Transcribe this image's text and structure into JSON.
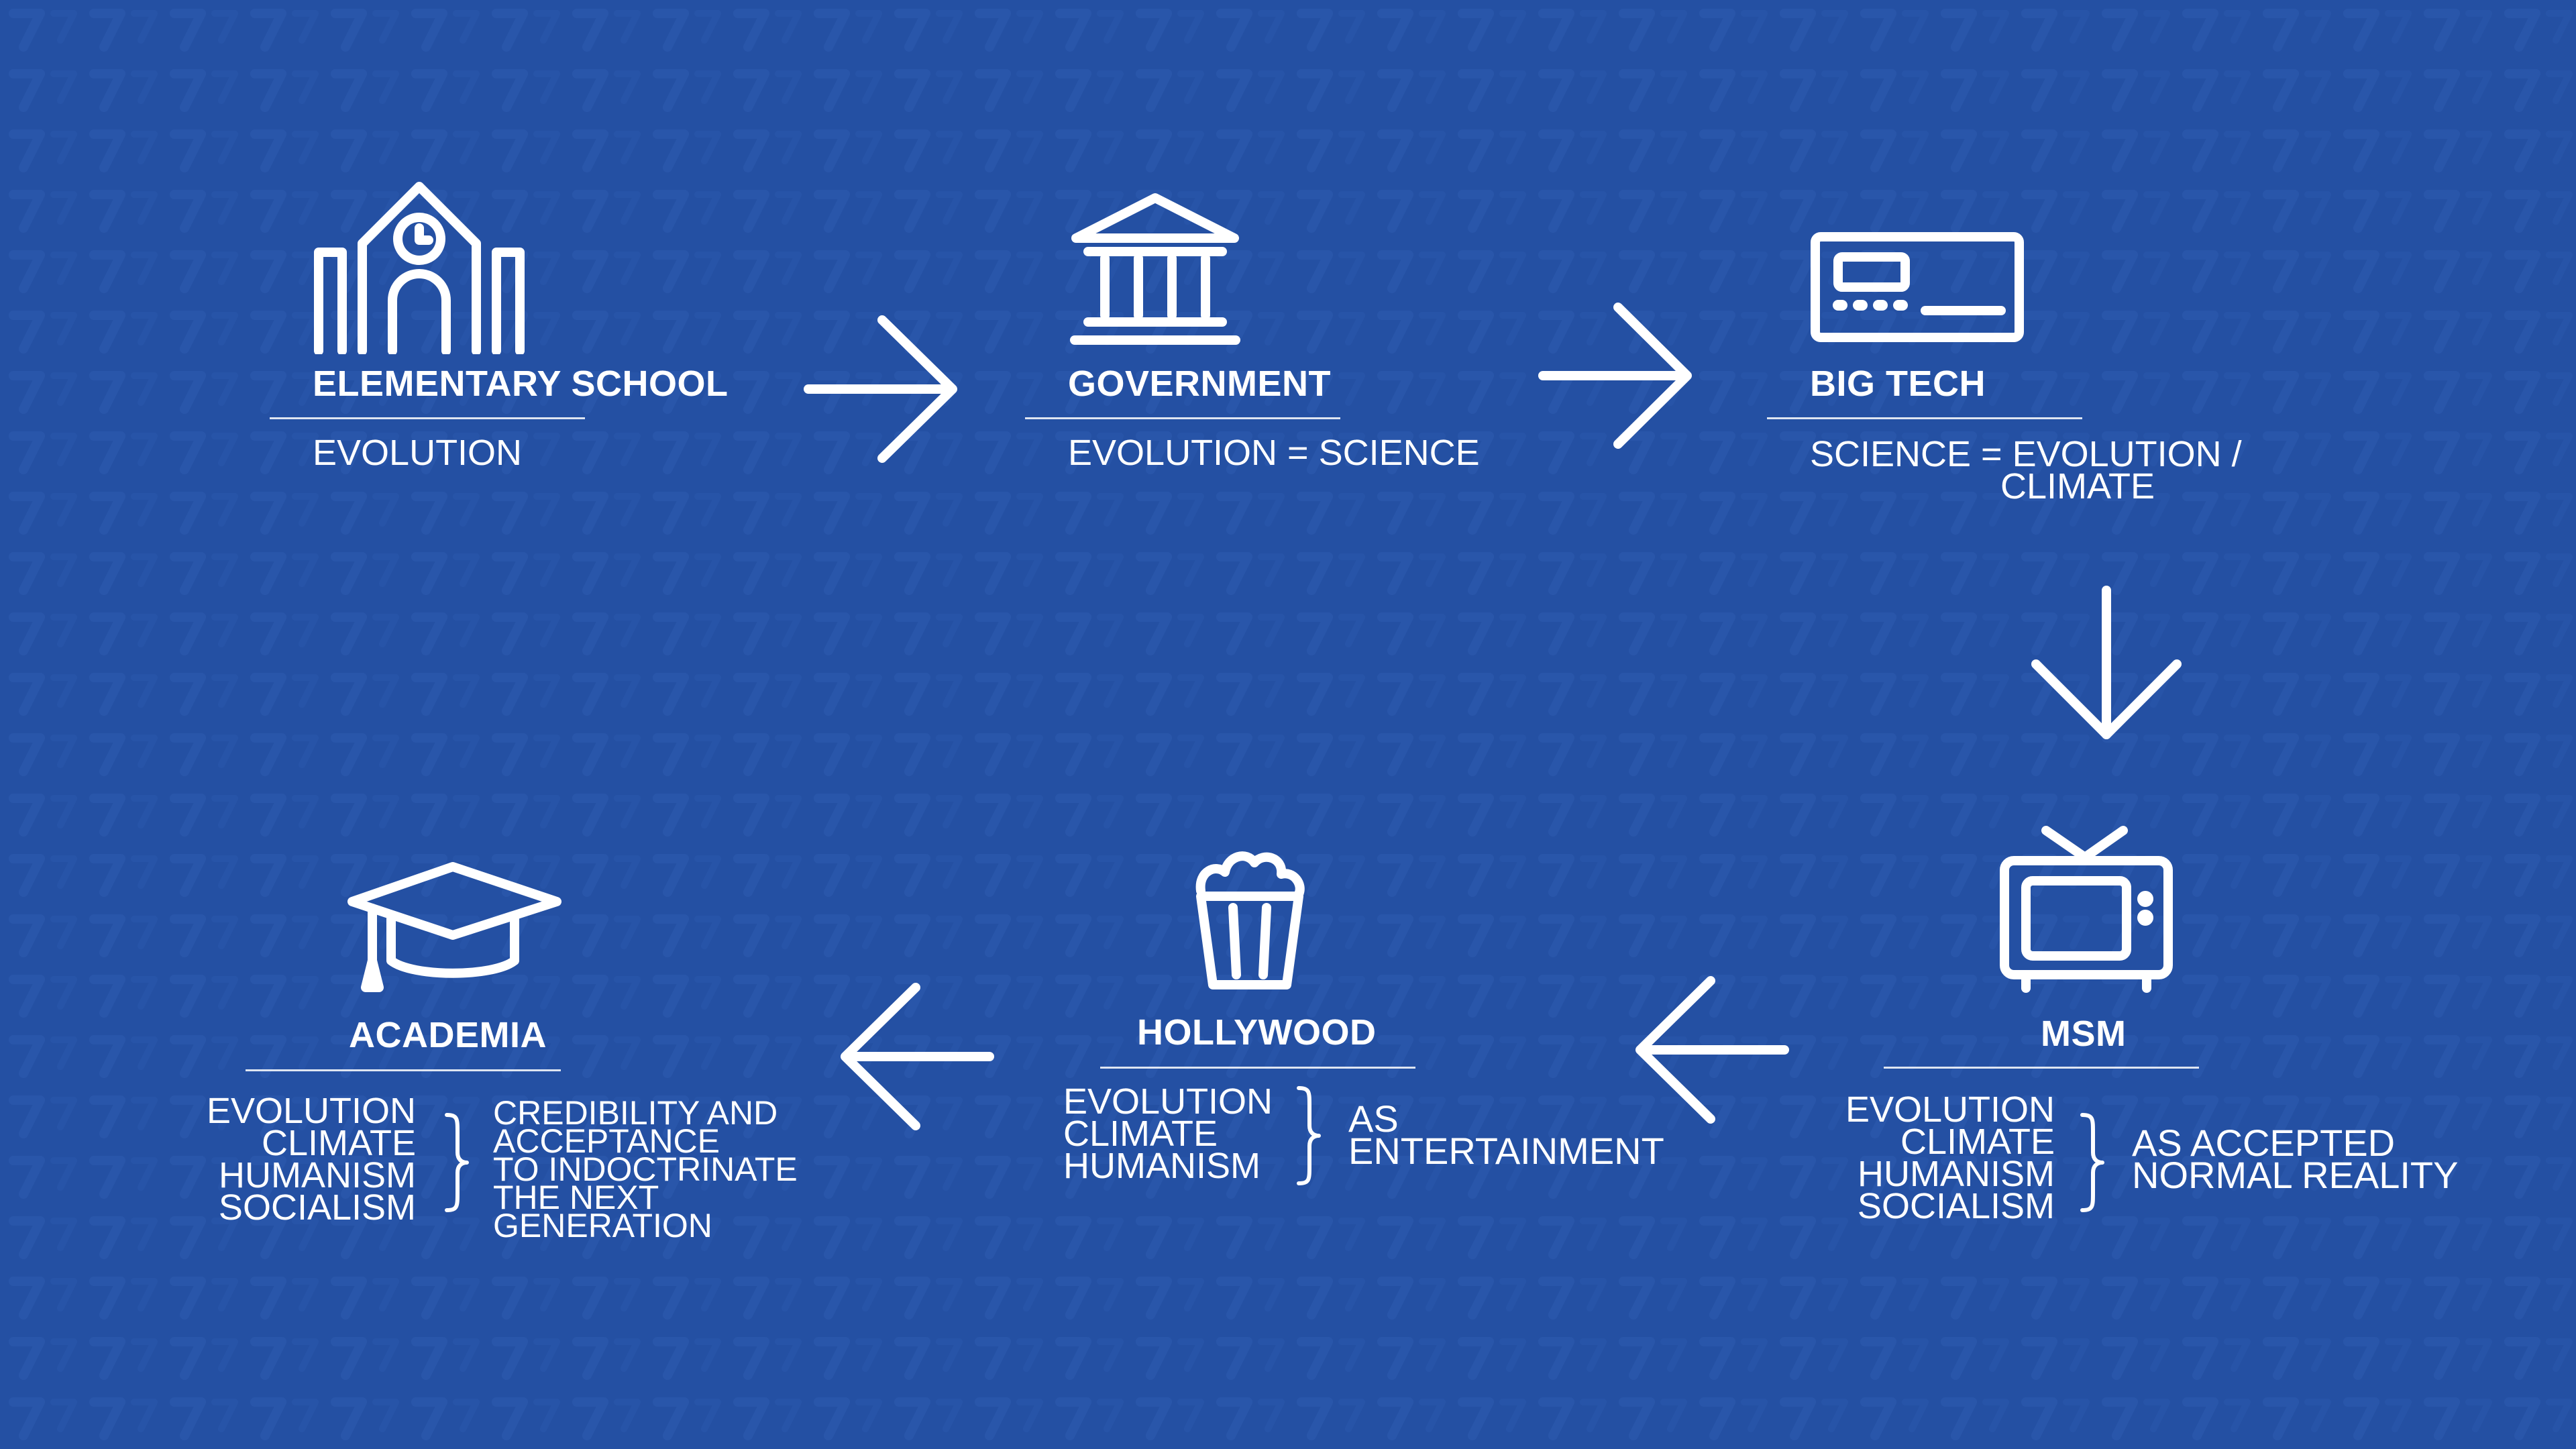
{
  "colors": {
    "background": "#2450a3",
    "foreground": "#ffffff"
  },
  "nodes": {
    "elementary_school": {
      "icon": "school-building-icon",
      "title": "ELEMENTARY SCHOOL",
      "description": "EVOLUTION"
    },
    "government": {
      "icon": "government-building-icon",
      "title": "GOVERNMENT",
      "description": "EVOLUTION = SCIENCE"
    },
    "big_tech": {
      "icon": "computer-device-icon",
      "title": "BIG TECH",
      "description_line1": "SCIENCE = EVOLUTION /",
      "description_line2": "CLIMATE"
    },
    "msm": {
      "icon": "television-icon",
      "title": "MSM",
      "items": [
        "EVOLUTION",
        "CLIMATE",
        "HUMANISM",
        "SOCIALISM"
      ],
      "note": [
        "AS ACCEPTED",
        "NORMAL REALITY"
      ]
    },
    "hollywood": {
      "icon": "popcorn-icon",
      "title": "HOLLYWOOD",
      "items": [
        "EVOLUTION",
        "CLIMATE",
        "HUMANISM"
      ],
      "note": [
        "AS",
        "ENTERTAINMENT"
      ]
    },
    "academia": {
      "icon": "graduation-cap-icon",
      "title": "ACADEMIA",
      "items": [
        "EVOLUTION",
        "CLIMATE",
        "HUMANISM",
        "SOCIALISM"
      ],
      "note": [
        "CREDIBILITY AND",
        "ACCEPTANCE",
        "TO INDOCTRINATE",
        "THE NEXT",
        "GENERATION"
      ]
    }
  },
  "flow": [
    {
      "from": "elementary_school",
      "to": "government",
      "direction": "right"
    },
    {
      "from": "government",
      "to": "big_tech",
      "direction": "right"
    },
    {
      "from": "big_tech",
      "to": "msm",
      "direction": "down"
    },
    {
      "from": "msm",
      "to": "hollywood",
      "direction": "left"
    },
    {
      "from": "hollywood",
      "to": "academia",
      "direction": "left"
    }
  ]
}
